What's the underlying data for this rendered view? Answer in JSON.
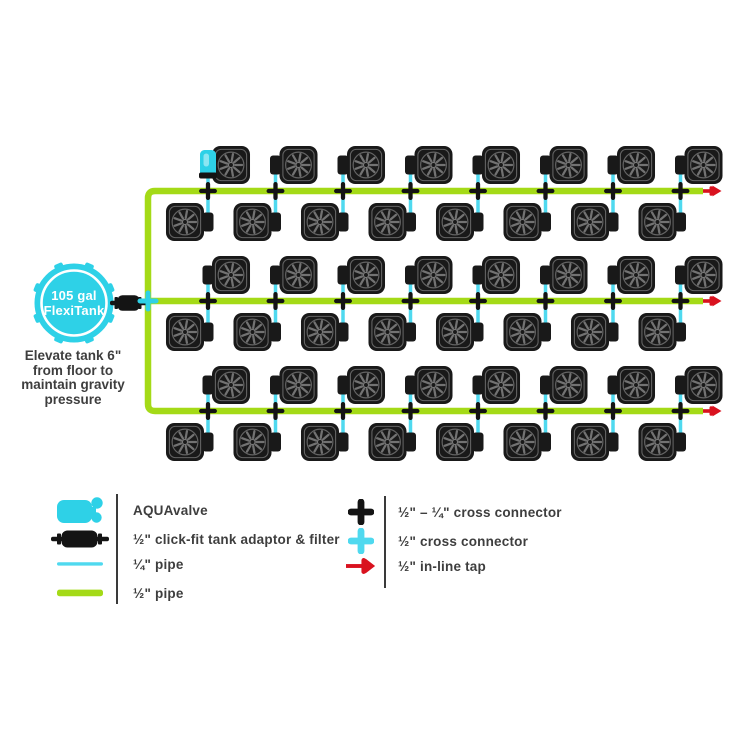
{
  "diagram": {
    "tank": {
      "label": "105 gal\nFlexiTank"
    },
    "note": "Elevate tank 6\"\nfrom floor to\nmaintain gravity\npressure",
    "grid": {
      "rows": 6,
      "columns": 8,
      "pots_total": 48,
      "manifold_lines": 3
    },
    "colors": {
      "half_inch_pipe": "#a4da17",
      "quarter_inch_pipe": "#4fd9ef",
      "tank_cyan": "#2ed1e7",
      "tap_red": "#d9121f",
      "connector_black": "#141414",
      "pot_black": "#191919",
      "pot_line": "#646464",
      "text": "#3e3e3e"
    }
  },
  "legend": {
    "left": [
      {
        "icon": "aquavalve-icon",
        "label": "AQUAvalve"
      },
      {
        "icon": "tank-adaptor-icon",
        "label": "½\" click-fit tank adaptor & filter"
      },
      {
        "icon": "quarter-pipe-icon",
        "label": "¼\" pipe"
      },
      {
        "icon": "half-pipe-icon",
        "label": "½\" pipe"
      }
    ],
    "right": [
      {
        "icon": "black-cross-connector-icon",
        "label": "½\" – ¼\" cross connector"
      },
      {
        "icon": "cyan-cross-connector-icon",
        "label": "½\" cross connector"
      },
      {
        "icon": "inline-tap-icon",
        "label": "½\" in-line tap"
      }
    ]
  }
}
